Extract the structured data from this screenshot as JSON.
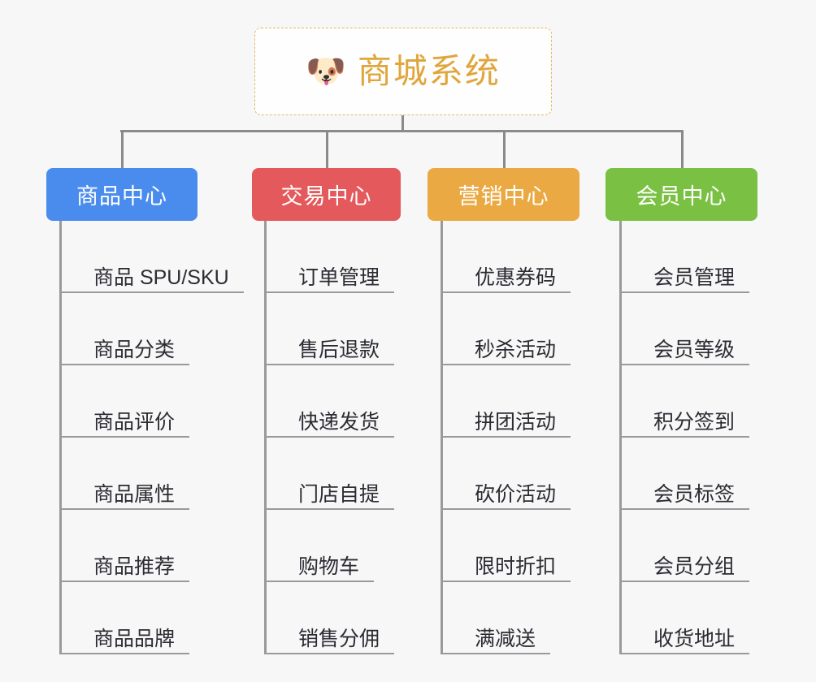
{
  "diagram": {
    "type": "mindmap-org-chart",
    "background_color": "#f7f7f7",
    "root": {
      "icon": "dog-face-icon",
      "icon_glyph": "🐶",
      "title": "商城系统",
      "title_color": "#e0a63c",
      "border_style": "dashed",
      "border_color": "#e8b560"
    },
    "branches": [
      {
        "label": "商品中心",
        "color": "#4a8ced",
        "items": [
          "商品 SPU/SKU",
          "商品分类",
          "商品评价",
          "商品属性",
          "商品推荐",
          "商品品牌"
        ]
      },
      {
        "label": "交易中心",
        "color": "#e4595c",
        "items": [
          "订单管理",
          "售后退款",
          "快递发货",
          "门店自提",
          "购物车",
          "销售分佣"
        ]
      },
      {
        "label": "营销中心",
        "color": "#eaa943",
        "items": [
          "优惠券码",
          "秒杀活动",
          "拼团活动",
          "砍价活动",
          "限时折扣",
          "满减送"
        ]
      },
      {
        "label": "会员中心",
        "color": "#7ac143",
        "items": [
          "会员管理",
          "会员等级",
          "积分签到",
          "会员标签",
          "会员分组",
          "收货地址"
        ]
      }
    ],
    "connector_color": "#8a8a8a"
  }
}
